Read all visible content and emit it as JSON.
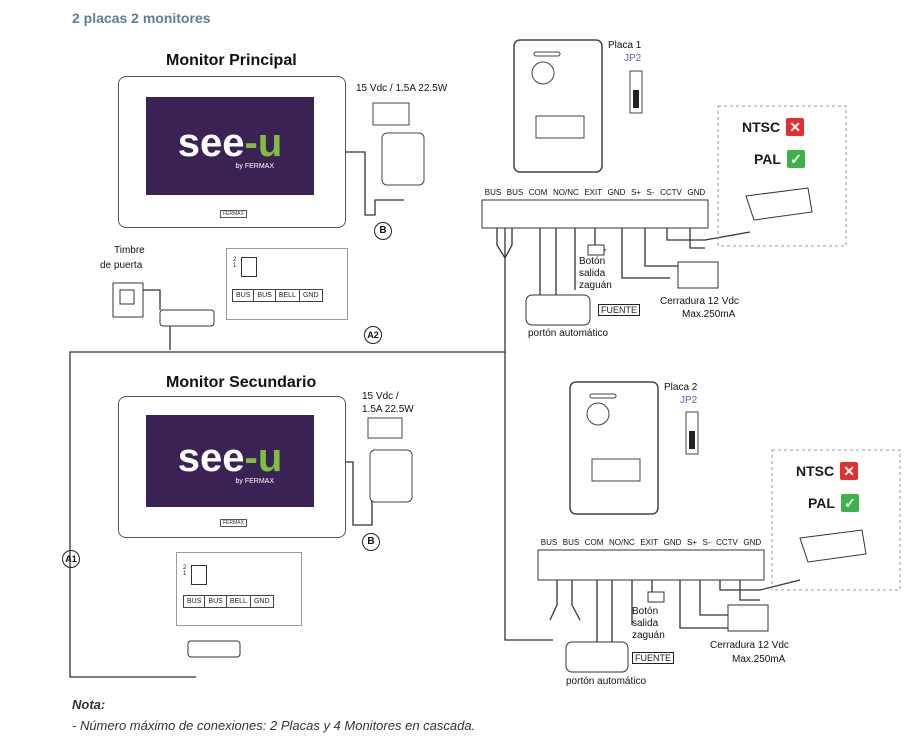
{
  "title": "2 placas 2 monitores",
  "monitor_principal": {
    "title": "Monitor Principal",
    "logo_main": "see",
    "logo_accent": "u",
    "logo_by": "by FERMAX",
    "brand": "FERMAX",
    "power": "15 Vdc / 1.5A  22.5W",
    "power_label": "B"
  },
  "monitor_secundario": {
    "title": "Monitor Secundario",
    "logo_main": "see",
    "logo_accent": "u",
    "logo_by": "by FERMAX",
    "brand": "FERMAX",
    "power_line1": "15 Vdc /",
    "power_line2": "1.5A  22.5W",
    "power_label": "B"
  },
  "doorbell": {
    "line1": "Timbre",
    "line2": "de puerta"
  },
  "bus_box_1": {
    "dip_1": "1",
    "dip_2": "2",
    "cells": [
      "BUS",
      "BUS",
      "BELL",
      "GND"
    ]
  },
  "bus_box_2": {
    "dip_1": "1",
    "dip_2": "2",
    "cells": [
      "BUS",
      "BUS",
      "BELL",
      "GND"
    ]
  },
  "connector_a2": "A2",
  "connector_a1": "A1",
  "placa1": {
    "name": "Placa 1",
    "jumper": "JP2",
    "terminals": [
      "BUS",
      "BUS",
      "COM",
      "NO/NC",
      "EXIT",
      "GND",
      "S+",
      "S-",
      "CCTV",
      "GND"
    ],
    "boton": [
      "Botón",
      "salida",
      "zaguán"
    ],
    "fuente": "FUENTE",
    "porton": "portón automático",
    "cerradura": "Cerradura 12 Vdc",
    "max": "Max.250mA",
    "ntsc": "NTSC",
    "pal": "PAL"
  },
  "placa2": {
    "name": "Placa 2",
    "jumper": "JP2",
    "terminals": [
      "BUS",
      "BUS",
      "COM",
      "NO/NC",
      "EXIT",
      "GND",
      "S+",
      "S-",
      "CCTV",
      "GND"
    ],
    "boton": [
      "Botón",
      "salida",
      "zaguán"
    ],
    "fuente": "FUENTE",
    "porton": "portón automático",
    "cerradura": "Cerradura 12 Vdc",
    "max": "Max.250mA",
    "ntsc": "NTSC",
    "pal": "PAL"
  },
  "note": {
    "label": "Nota:",
    "text": "- Número máximo de conexiones: 2 Placas y 4 Monitores en cascada."
  },
  "colors": {
    "title": "#5b7f96",
    "screen": "#3b2255",
    "logo_accent": "#7fbf3f",
    "no": "#e03030",
    "yes": "#3cb34a"
  }
}
